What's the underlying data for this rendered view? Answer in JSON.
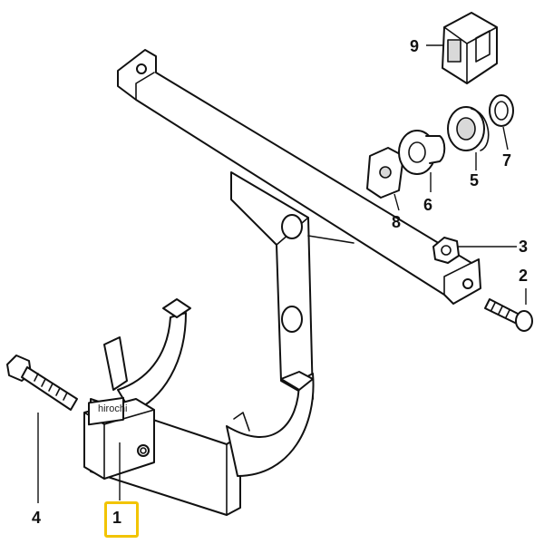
{
  "watermark": "hirochi",
  "labels": {
    "p1": "1",
    "p2": "2",
    "p3": "3",
    "p4": "4",
    "p5": "5",
    "p6": "6",
    "p7": "7",
    "p8": "8",
    "p9": "9"
  },
  "colors": {
    "highlight": "#f2c400",
    "line": "#111111",
    "background": "#ffffff"
  }
}
